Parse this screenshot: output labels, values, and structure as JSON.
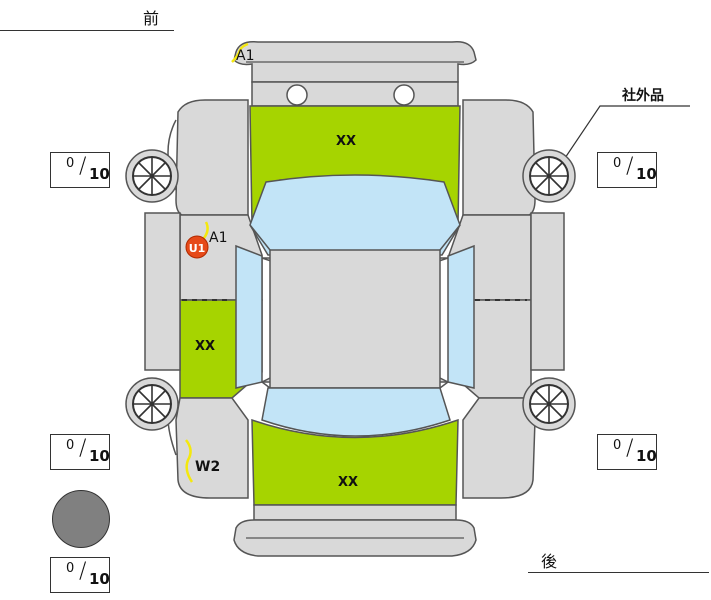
{
  "labels": {
    "front": "前",
    "rear": "後",
    "non_genuine": "社外品"
  },
  "scores": [
    {
      "value": "0",
      "max": "10"
    },
    {
      "value": "0",
      "max": "10"
    },
    {
      "value": "0",
      "max": "10"
    },
    {
      "value": "0",
      "max": "10"
    },
    {
      "value": "0",
      "max": "10"
    }
  ],
  "damage_marks": {
    "hood": "XX",
    "trunk": "XX",
    "left_rear_door": "XX",
    "front_bumper": "A1",
    "left_fender": "A1",
    "left_quarter": "W2",
    "left_fender_circle": "U1"
  },
  "colors": {
    "panel_grey": "#d9d9d9",
    "damage_green": "#a6d400",
    "glass_blue": "#c2e4f7",
    "mark_red": "#e64a19",
    "mark_yellow": "#f4e80d",
    "outline": "#555555",
    "indicator_grey": "#808080"
  },
  "icons": [
    "wheel-icon",
    "scratch-mark-icon",
    "dent-circle-icon",
    "indicator-circle-icon"
  ]
}
